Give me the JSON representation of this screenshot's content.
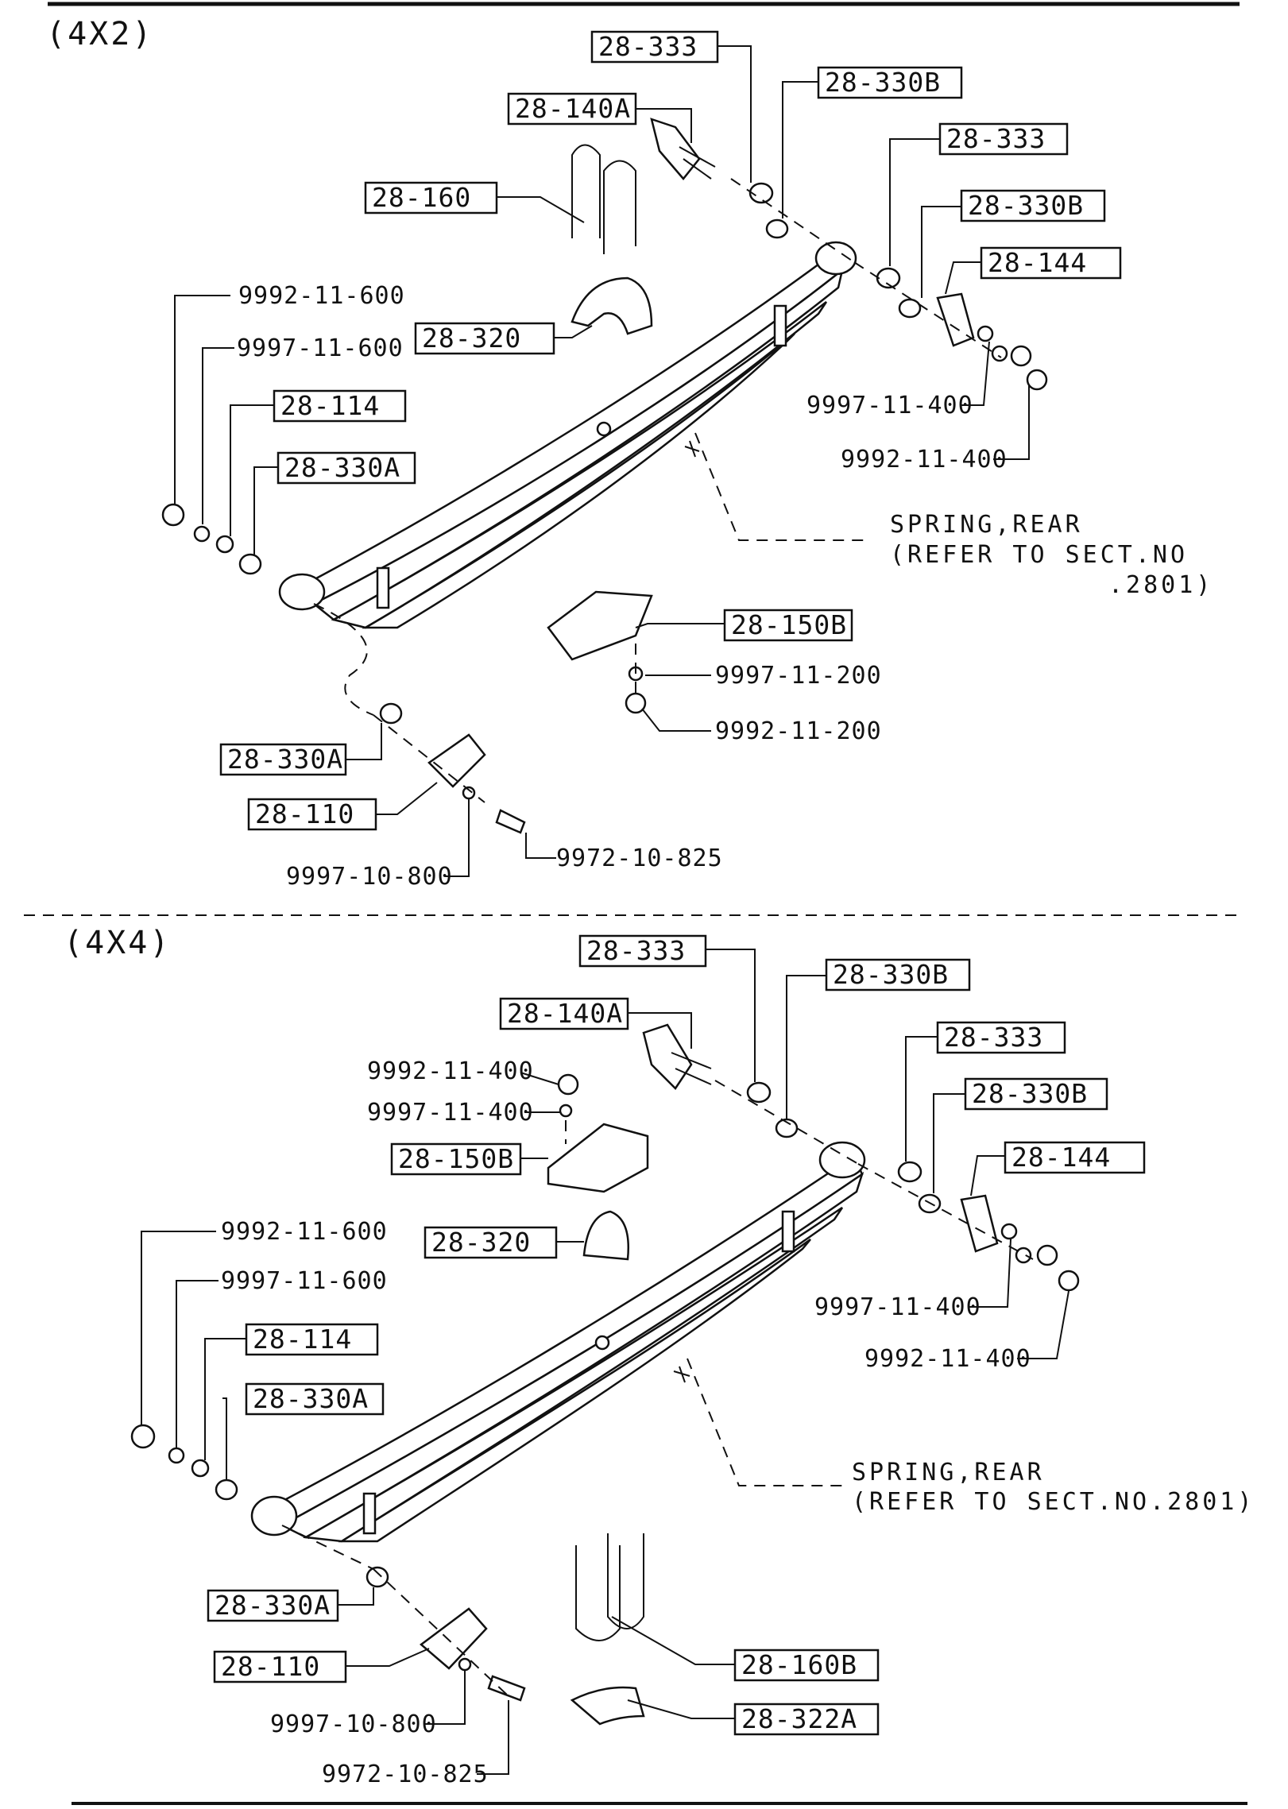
{
  "sections": {
    "top_title": "(4X2)",
    "bottom_title": "(4X4)"
  },
  "top": {
    "boxed": {
      "b1": "28-333",
      "b2": "28-330B",
      "b3": "28-140A",
      "b4": "28-333",
      "b5": "28-160",
      "b6": "28-330B",
      "b7": "28-144",
      "b8": "28-320",
      "b9": "28-114",
      "b10": "28-330A",
      "b11": "28-150B",
      "b12": "28-330A",
      "b13": "28-110"
    },
    "plain": {
      "p1": "9992-11-600",
      "p2": "9997-11-600",
      "p3": "9997-11-400",
      "p4": "9992-11-400",
      "p5": "9997-11-200",
      "p6": "9992-11-200",
      "p7": "9972-10-825",
      "p8": "9997-10-800"
    },
    "note": {
      "line1": "SPRING,REAR",
      "line2": "(REFER TO SECT.NO",
      "line3": ".2801)"
    }
  },
  "bottom": {
    "boxed": {
      "b1": "28-333",
      "b2": "28-330B",
      "b3": "28-140A",
      "b4": "28-333",
      "b5": "28-330B",
      "b6": "28-150B",
      "b7": "28-144",
      "b8": "28-320",
      "b9": "28-114",
      "b10": "28-330A",
      "b11": "28-330A",
      "b12": "28-160B",
      "b13": "28-110",
      "b14": "28-322A"
    },
    "plain": {
      "p1": "9992-11-400",
      "p2": "9997-11-400",
      "p3": "9992-11-600",
      "p4": "9997-11-600",
      "p5": "9997-11-400",
      "p6": "9992-11-400",
      "p7": "9997-10-800",
      "p8": "9972-10-825"
    },
    "note": {
      "line1": "SPRING,REAR",
      "line2": "(REFER TO SECT.NO.2801)"
    }
  }
}
